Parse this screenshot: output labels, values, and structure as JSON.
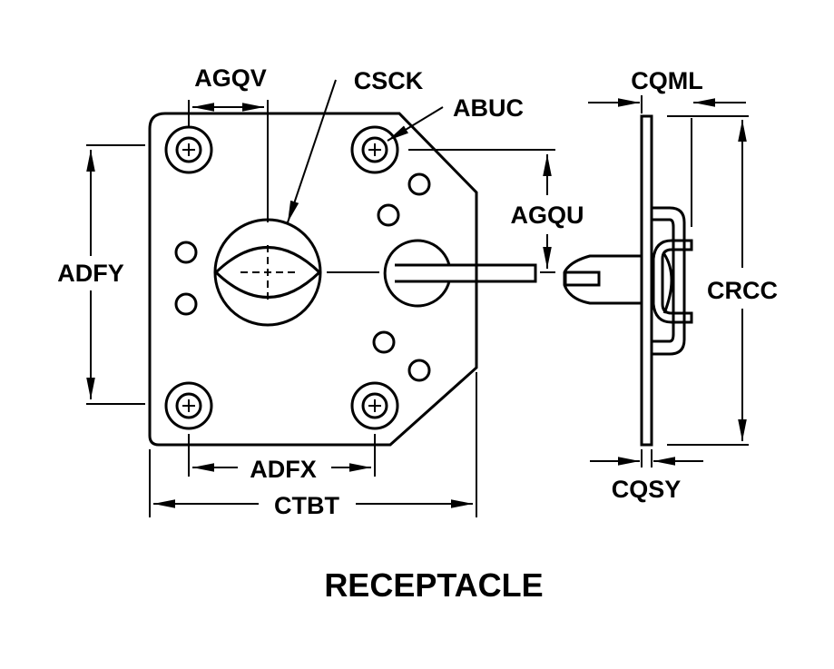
{
  "title": "RECEPTACLE",
  "labels": {
    "agqv": "AGQV",
    "csck": "CSCK",
    "abuc": "ABUC",
    "adfy": "ADFY",
    "agqu": "AGQU",
    "adfx": "ADFX",
    "ctbt": "CTBT",
    "cqml": "CQML",
    "crcc": "CRCC",
    "cqsy": "CQSY"
  }
}
